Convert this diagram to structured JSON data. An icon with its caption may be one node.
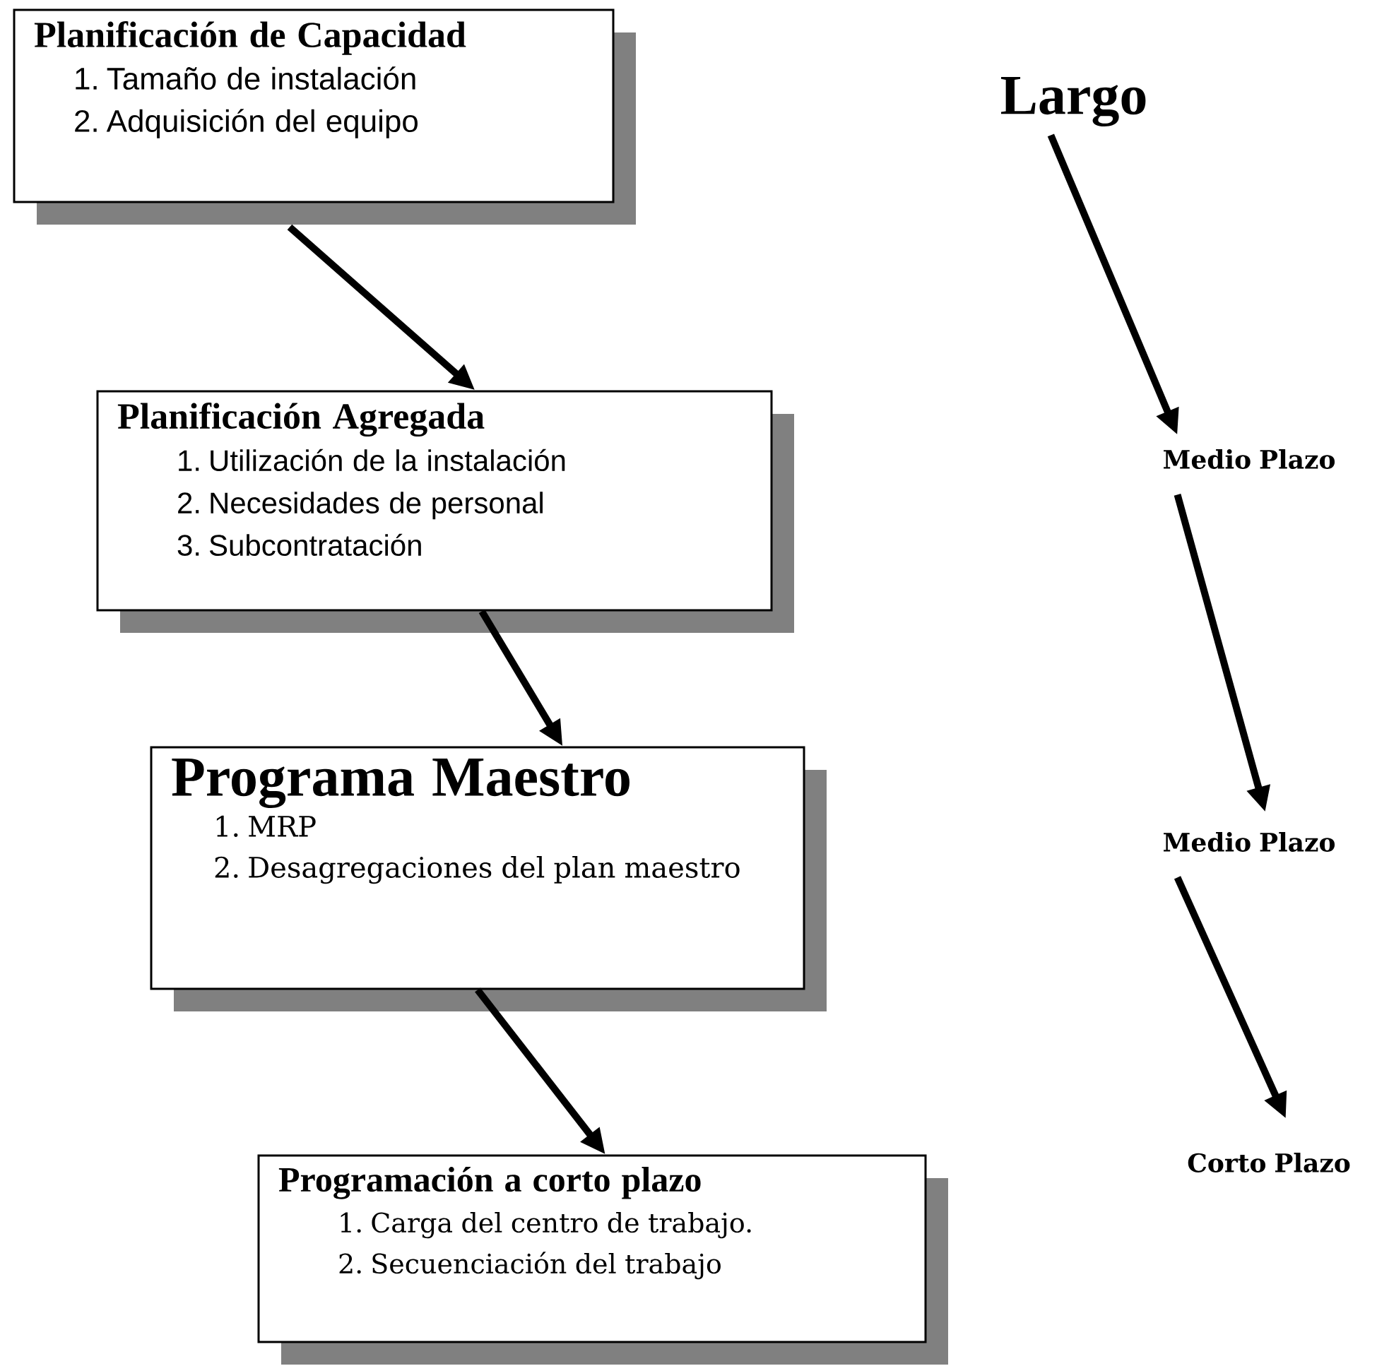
{
  "diagram": {
    "nodes": [
      {
        "text": [
          "Planificación de Capacidad",
          "1. Tamaño de instalación",
          "2. Adquisición del equipo"
        ]
      },
      {
        "text": [
          "Planificación Agregada",
          "1. Utilización de la instalación",
          "2. Necesidades de personal",
          "3. Subcontratación"
        ]
      },
      {
        "text": [
          "Programa Maestro",
          "1. MRP",
          "2. Desagregaciones del plan maestro"
        ]
      },
      {
        "text": [
          "Programación a corto plazo",
          "1. Carga del centro de trabajo.",
          "2. Secuenciación del trabajo"
        ]
      },
      {
        "text": [
          "Largo"
        ]
      },
      {
        "text": [
          "Medio Plazo"
        ]
      },
      {
        "text": [
          "Medio Plazo"
        ]
      },
      {
        "text": [
          "Corto Plazo"
        ]
      }
    ],
    "edges": [
      {
        "from": 0,
        "to": 1,
        "arrow": "to"
      },
      {
        "from": 1,
        "to": 2,
        "arrow": "to"
      },
      {
        "from": 2,
        "to": 3,
        "arrow": "to"
      },
      {
        "from": 4,
        "to": 5,
        "arrow": "to"
      },
      {
        "from": 5,
        "to": 6,
        "arrow": "to"
      },
      {
        "from": 6,
        "to": 7,
        "arrow": "to"
      }
    ]
  }
}
